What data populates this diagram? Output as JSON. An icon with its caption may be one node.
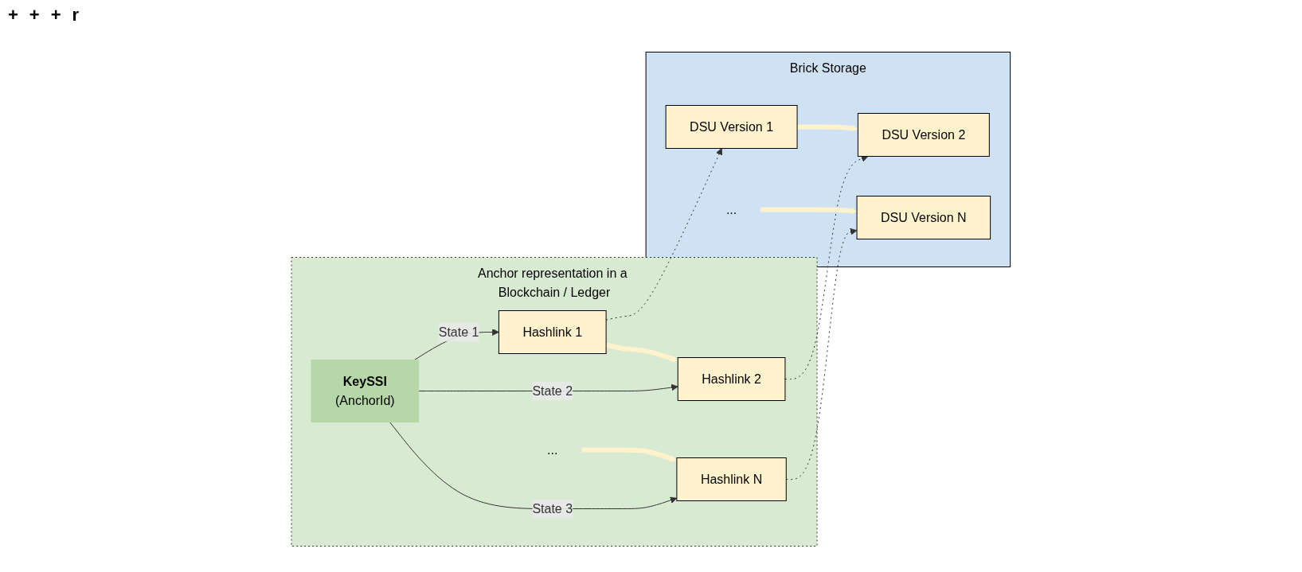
{
  "diagram": {
    "nodes": [
      {
        "text": [
          "Anchor representation in a Blockchain / Ledger"
        ]
      },
      {
        "text": [
          "KeySSI",
          "(AnchorId)"
        ],
        "in": 0
      },
      {
        "text": [
          "Hashlink 1"
        ],
        "in": 0
      },
      {
        "text": [
          "Hashlink 2"
        ],
        "in": 0
      },
      {
        "text": [
          "..."
        ],
        "in": 0
      },
      {
        "text": [
          "Hashlink N"
        ],
        "in": 0
      },
      {
        "text": [
          "Brick Storage"
        ]
      },
      {
        "text": [
          "DSU Version 1"
        ],
        "in": 6
      },
      {
        "text": [
          "DSU Version 2"
        ],
        "in": 6
      },
      {
        "text": [
          "..."
        ],
        "in": 6
      },
      {
        "text": [
          "DSU Version N"
        ],
        "in": 6
      }
    ],
    "edges": [
      {
        "from": 1,
        "to": 2,
        "arrow": "to",
        "label": "State 1"
      },
      {
        "from": 1,
        "to": 3,
        "arrow": "to",
        "label": "State 2"
      },
      {
        "from": 1,
        "to": 5,
        "arrow": "to",
        "label": "State 3"
      },
      {
        "from": 2,
        "to": 3,
        "arrow": "to",
        "style": "thick",
        "color": "#fff2cc"
      },
      {
        "from": 4,
        "to": 5,
        "arrow": "to",
        "style": "thick",
        "color": "#fff2cc"
      },
      {
        "from": 2,
        "to": 7,
        "arrow": "to",
        "style": "dashed"
      },
      {
        "from": 3,
        "to": 8,
        "arrow": "to",
        "style": "dashed"
      },
      {
        "from": 5,
        "to": 10,
        "arrow": "to",
        "style": "dashed"
      },
      {
        "from": 7,
        "to": 8,
        "arrow": "to",
        "style": "thick",
        "color": "#fff2cc"
      },
      {
        "from": 9,
        "to": 10,
        "arrow": "to",
        "style": "thick",
        "color": "#fff2cc"
      }
    ],
    "labels": [
      "+",
      "+",
      "+",
      "r"
    ]
  }
}
